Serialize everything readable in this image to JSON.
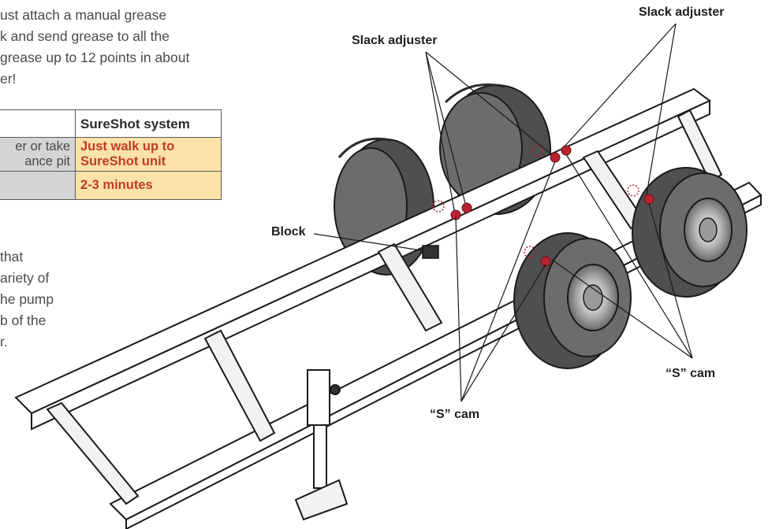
{
  "intro_lines": [
    "ust attach a manual grease",
    "k and send grease to all the",
    "grease up to 12 points in about",
    "er!"
  ],
  "table": {
    "header_left": "",
    "header_right": "SureShot system",
    "rows": [
      {
        "left": [
          "er or take",
          "ance pit"
        ],
        "right": [
          "Just walk up to",
          "SureShot unit"
        ]
      },
      {
        "left": [
          ""
        ],
        "right": [
          "2-3 minutes"
        ]
      }
    ]
  },
  "para2_lines": [
    "that",
    "ariety of",
    "he pump",
    "b of the",
    "r."
  ],
  "labels": {
    "slack_adjuster_left": "Slack adjuster",
    "slack_adjuster_right": "Slack adjuster",
    "block": "Block",
    "s_cam_left": "“S” cam",
    "s_cam_right": "“S” cam"
  },
  "colors": {
    "grease_point": "#b8232f",
    "highlight": "#fbe2a8",
    "cell_grey": "#d4d4d4"
  }
}
